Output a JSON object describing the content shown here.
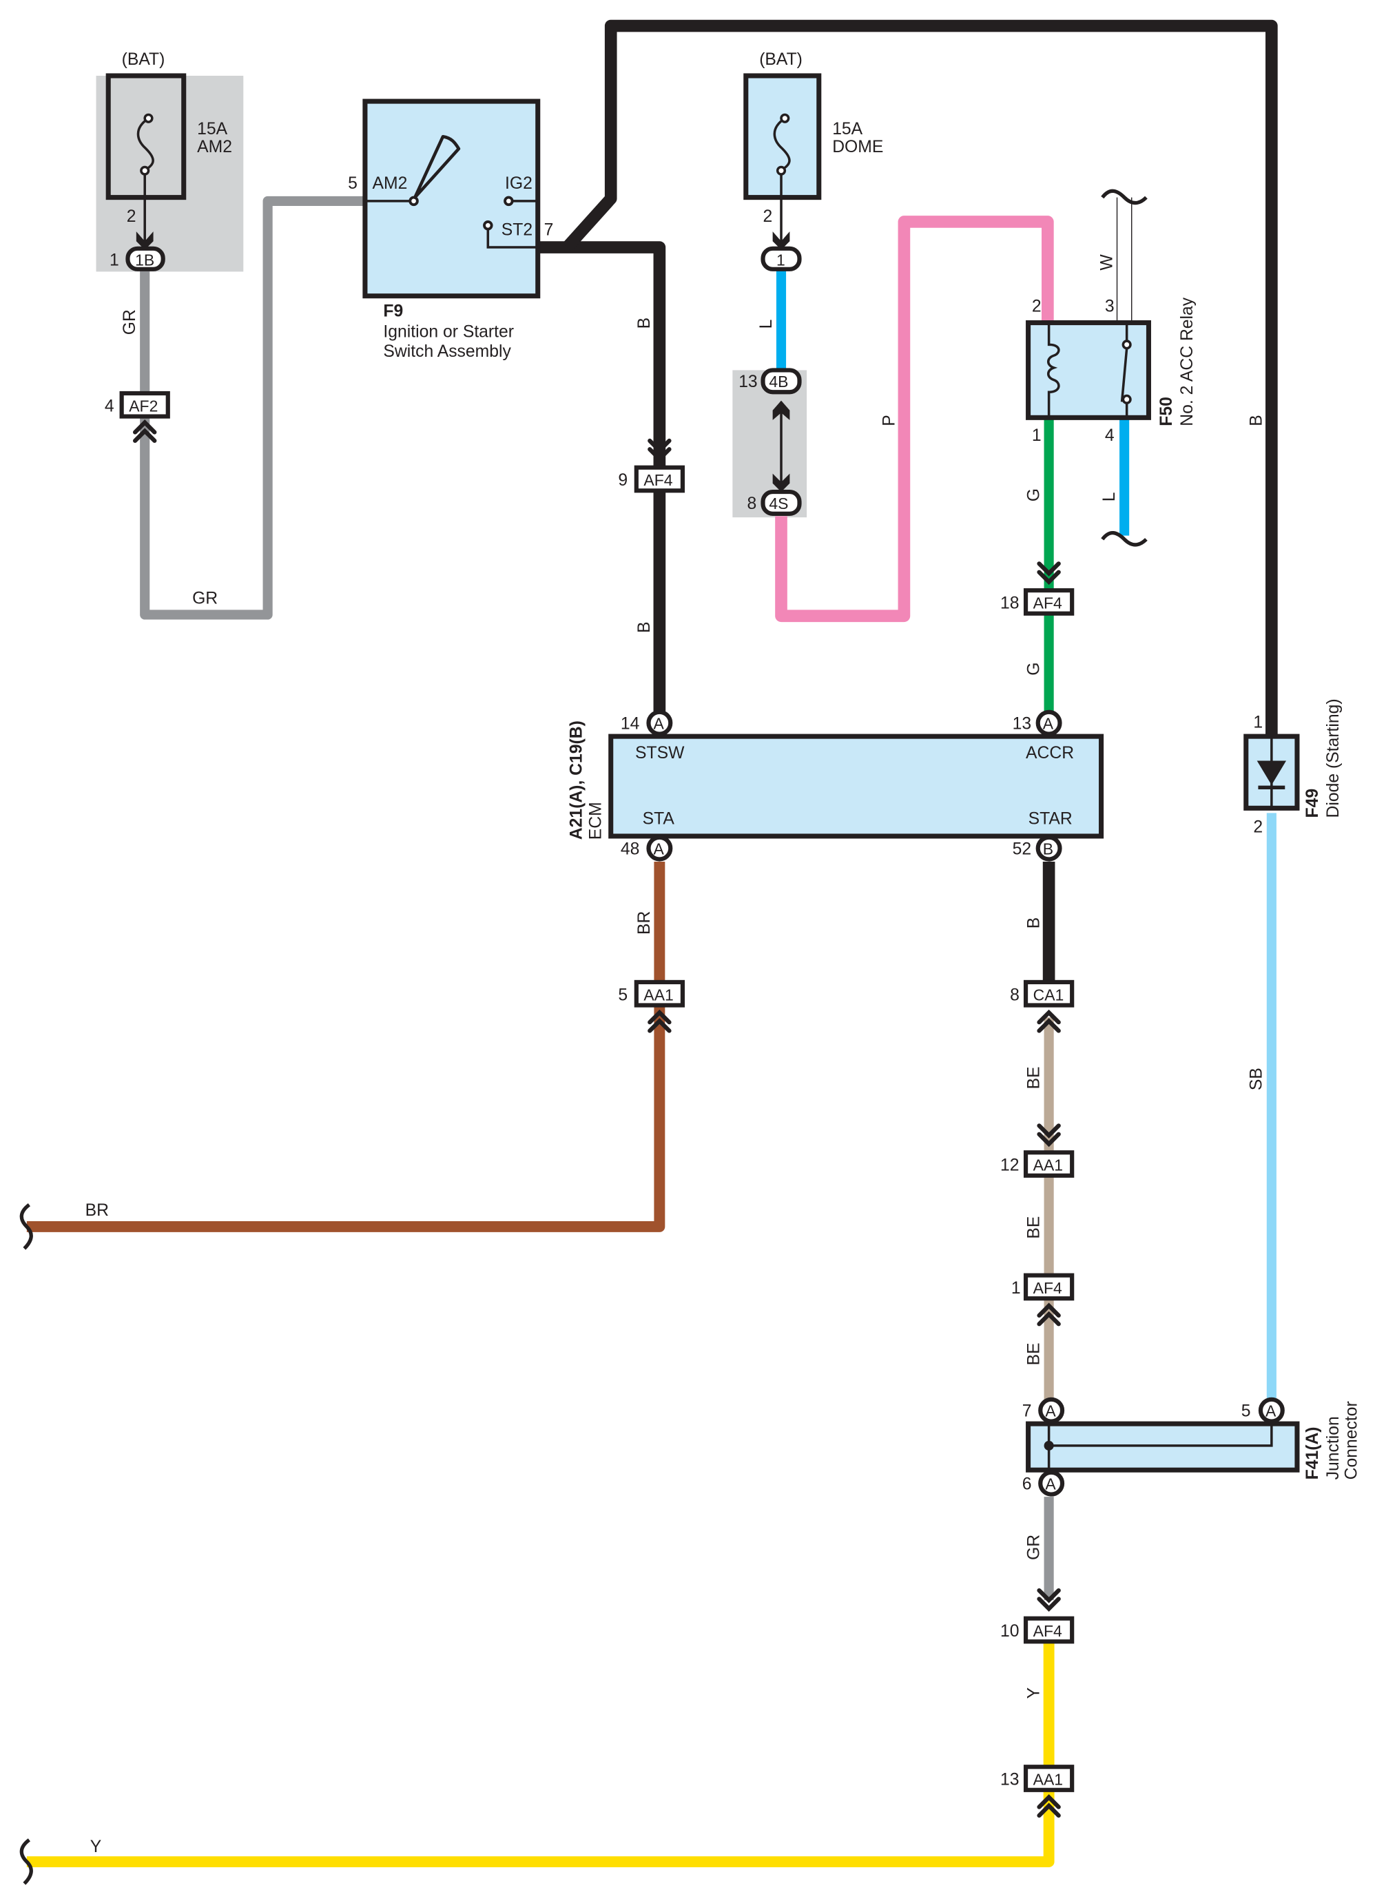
{
  "colors": {
    "B": "#231f20",
    "GR": "#939598",
    "L": "#00aeef",
    "P": "#f287b7",
    "G": "#00a651",
    "BR": "#a0522d",
    "BE": "#bba996",
    "SB": "#8ed8f8",
    "Y": "#ffde00",
    "component_fill": "#c9e8f8",
    "junction_block_bg": "#d1d3d4"
  },
  "fuses": {
    "am2": {
      "source": "(BAT)",
      "rating": "15A",
      "name": "AM2",
      "pin": "2",
      "conn_pin": "1",
      "conn_id": "1B"
    },
    "dome": {
      "source": "(BAT)",
      "rating": "15A",
      "name": "DOME",
      "pin": "2",
      "conn_id": "1"
    }
  },
  "ignition_switch": {
    "id": "F9",
    "name_line1": "Ignition or Starter",
    "name_line2": "Switch Assembly",
    "terminals": {
      "am2": "AM2",
      "ig2": "IG2",
      "st2": "ST2"
    },
    "pins": {
      "am2": "5",
      "st2": "7"
    }
  },
  "relay": {
    "id": "F50",
    "name": "No. 2 ACC Relay",
    "pins": {
      "coil_top": "2",
      "coil_bottom": "1",
      "switch_top": "3",
      "switch_bottom": "4"
    }
  },
  "ecm": {
    "id": "A21(A), C19(B)",
    "name": "ECM",
    "terminals": {
      "stsw": "STSW",
      "accr": "ACCR",
      "sta": "STA",
      "star": "STAR"
    },
    "pins": {
      "stsw": {
        "num": "14",
        "conn": "A"
      },
      "accr": {
        "num": "13",
        "conn": "A"
      },
      "sta": {
        "num": "48",
        "conn": "A"
      },
      "star": {
        "num": "52",
        "conn": "B"
      }
    }
  },
  "diode": {
    "id": "F49",
    "name": "Diode (Starting)",
    "pins": {
      "anode": "1",
      "cathode": "2"
    }
  },
  "junction_connector": {
    "id": "F41(A)",
    "name_line1": "Junction",
    "name_line2": "Connector",
    "pins": {
      "p7": {
        "num": "7",
        "conn": "A"
      },
      "p5": {
        "num": "5",
        "conn": "A"
      },
      "p6": {
        "num": "6",
        "conn": "A"
      }
    }
  },
  "junction_block": {
    "top": {
      "pin": "13",
      "id": "4B"
    },
    "bottom": {
      "pin": "8",
      "id": "4S"
    }
  },
  "connectors": {
    "af2_4": {
      "pin": "4",
      "id": "AF2"
    },
    "af4_9": {
      "pin": "9",
      "id": "AF4"
    },
    "af4_18": {
      "pin": "18",
      "id": "AF4"
    },
    "aa1_5": {
      "pin": "5",
      "id": "AA1"
    },
    "ca1_8": {
      "pin": "8",
      "id": "CA1"
    },
    "aa1_12": {
      "pin": "12",
      "id": "AA1"
    },
    "af4_1": {
      "pin": "1",
      "id": "AF4"
    },
    "af4_10": {
      "pin": "10",
      "id": "AF4"
    },
    "aa1_13": {
      "pin": "13",
      "id": "AA1"
    }
  },
  "wire_labels": {
    "gr_vertical": "GR",
    "gr_horizontal": "GR",
    "b_ecm_upper": "B",
    "b_ecm_lower": "B",
    "l_dome": "L",
    "p_pink": "P",
    "w_relay": "W",
    "g_upper": "G",
    "g_lower": "G",
    "l_relay": "L",
    "b_right": "B",
    "br_vertical": "BR",
    "br_horizontal": "BR",
    "b_star": "B",
    "be_1": "BE",
    "be_2": "BE",
    "be_3": "BE",
    "sb": "SB",
    "gr_junction": "GR",
    "y_vertical": "Y",
    "y_horizontal": "Y"
  }
}
